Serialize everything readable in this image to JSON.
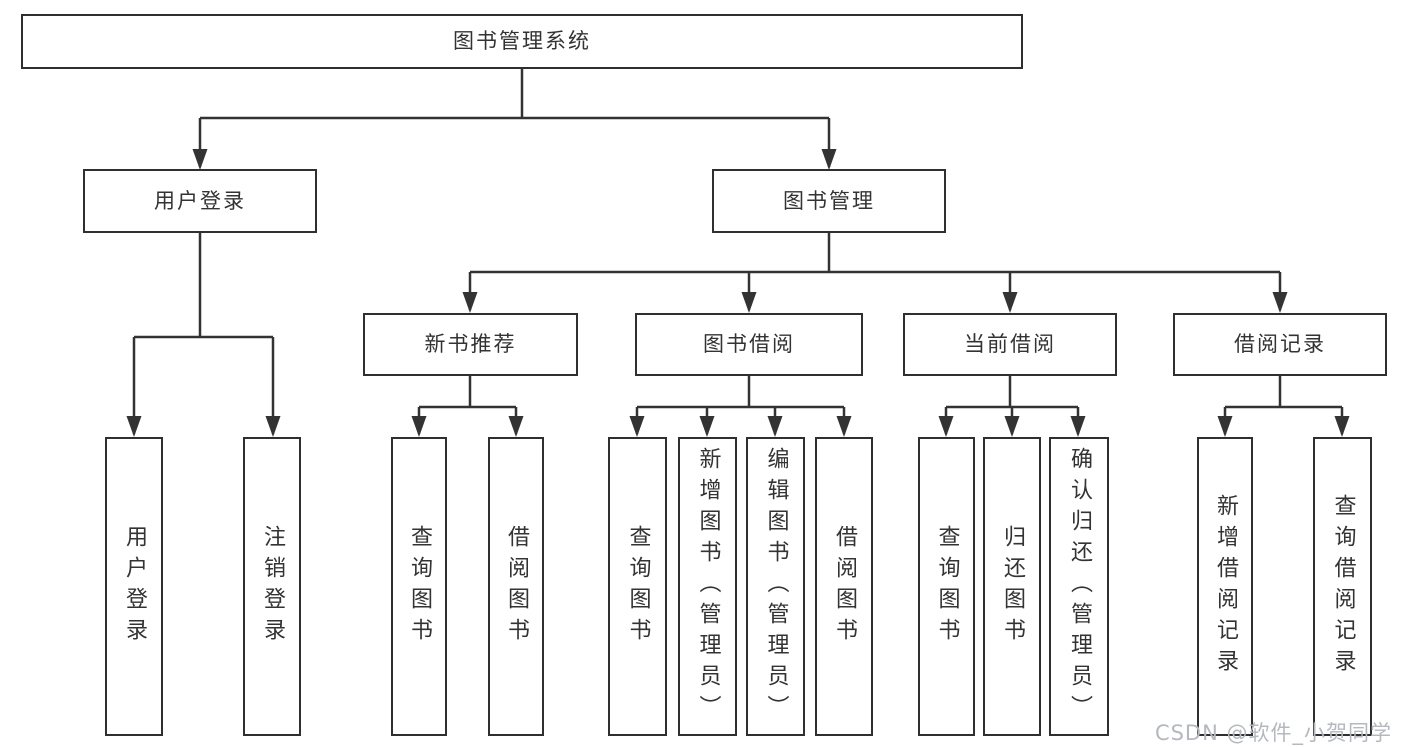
{
  "colors": {
    "line": "#333333",
    "box_border": "#2f2f2f",
    "text": "#333333",
    "background": "#ffffff",
    "watermark_text": "#b4b8bf"
  },
  "tree": {
    "label": "图书管理系统",
    "children": [
      {
        "label": "用户登录",
        "children": [
          {
            "label": "用户登录"
          },
          {
            "label": "注销登录"
          }
        ]
      },
      {
        "label": "图书管理",
        "children": [
          {
            "label": "新书推荐",
            "children": [
              {
                "label": "查询图书"
              },
              {
                "label": "借阅图书"
              }
            ]
          },
          {
            "label": "图书借阅",
            "children": [
              {
                "label": "查询图书"
              },
              {
                "label": "新增图书（管理员）"
              },
              {
                "label": "编辑图书（管理员）"
              },
              {
                "label": "借阅图书"
              }
            ]
          },
          {
            "label": "当前借阅",
            "children": [
              {
                "label": "查询图书"
              },
              {
                "label": "归还图书"
              },
              {
                "label": "确认归还（管理员）"
              }
            ]
          },
          {
            "label": "借阅记录",
            "children": [
              {
                "label": "新增借阅记录"
              },
              {
                "label": "查询借阅记录"
              }
            ]
          }
        ]
      }
    ]
  },
  "watermark": "CSDN @软件_小贺同学"
}
